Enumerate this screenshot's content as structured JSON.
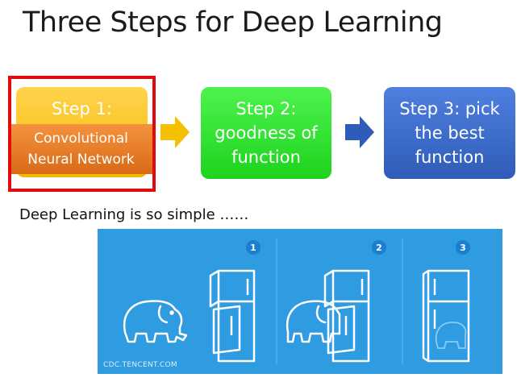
{
  "title": "Three Steps for Deep Learning",
  "steps": [
    {
      "label": "Step 1:",
      "overlay": "Convolutional Neural Network"
    },
    {
      "label": "Step 2: goodness of function"
    },
    {
      "label": "Step 3: pick the best function"
    }
  ],
  "subtitle": "Deep Learning is so simple ……",
  "illustration": {
    "badges": [
      "1",
      "2",
      "3"
    ],
    "credit": "CDC.TENCENT.COM"
  },
  "colors": {
    "step1": "#f5b800",
    "step1_overlay": "#e8802b",
    "step2": "#1ed31e",
    "step3": "#2f5cb8",
    "highlight": "#e20a0a",
    "panel": "#2f9be0"
  }
}
